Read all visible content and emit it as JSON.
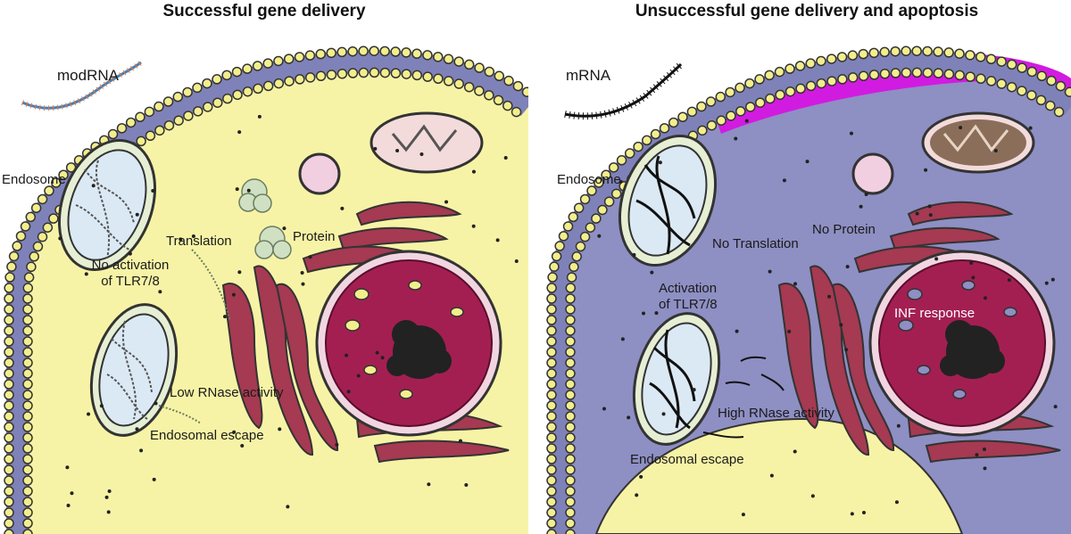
{
  "left": {
    "title": "Successful gene delivery",
    "rna_label": "modRNA",
    "endosome": "Endosome",
    "translation": "Translation",
    "protein": "Protein",
    "tlr_line1": "No activation",
    "tlr_line2": "of TLR7/8",
    "rnase": "Low RNase activity",
    "escape": "Endosomal escape"
  },
  "right": {
    "title": "Unsuccessful gene delivery and apoptosis",
    "rna_label": "mRNA",
    "endosome": "Endosome",
    "translation": "No Translation",
    "protein": "No Protein",
    "tlr_line1": "Activation",
    "tlr_line2": "of TLR7/8",
    "inf": "INF response",
    "rnase": "High RNase activity",
    "escape": "Endosomal escape"
  },
  "colors": {
    "cytoplasm_healthy": "#f7f3a6",
    "cytoplasm_stressed": "#8e8fc3",
    "membrane_bead": "#f3ee8c",
    "membrane_band": "#7f82b8",
    "nucleus": "#a31f52",
    "er": "#a53a52",
    "stress_band": "#d21be0"
  }
}
